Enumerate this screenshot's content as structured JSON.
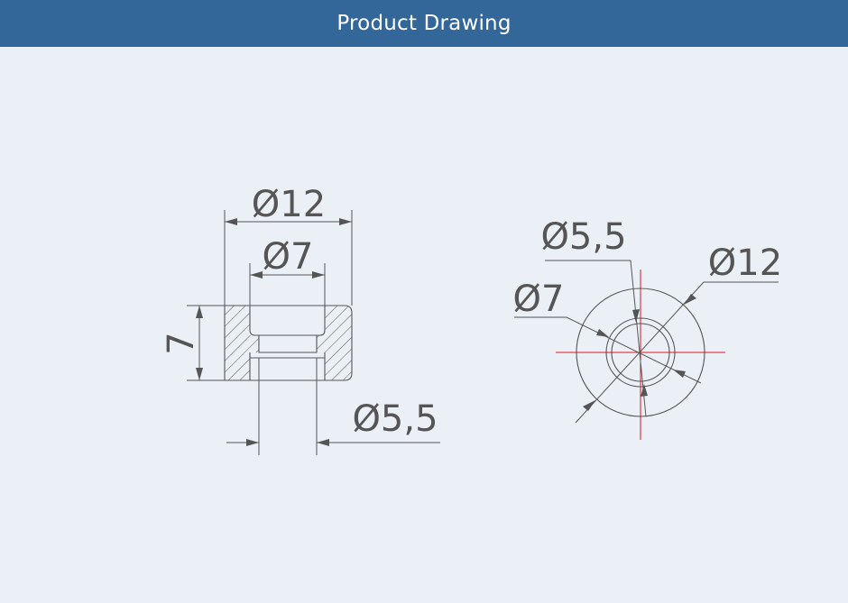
{
  "header": {
    "title": "Product Drawing"
  },
  "section_view": {
    "outer_diameter_label": "Ø12",
    "counterbore_diameter_label": "Ø7",
    "hole_diameter_label": "Ø5,5",
    "height_label": "7"
  },
  "end_view": {
    "hole_diameter_label": "Ø5,5",
    "outer_diameter_label": "Ø12",
    "counterbore_diameter_label": "Ø7"
  },
  "colors": {
    "header_bg": "#336699",
    "background": "#ebf0f6",
    "line": "#555555",
    "centerline": "#e0141e"
  }
}
